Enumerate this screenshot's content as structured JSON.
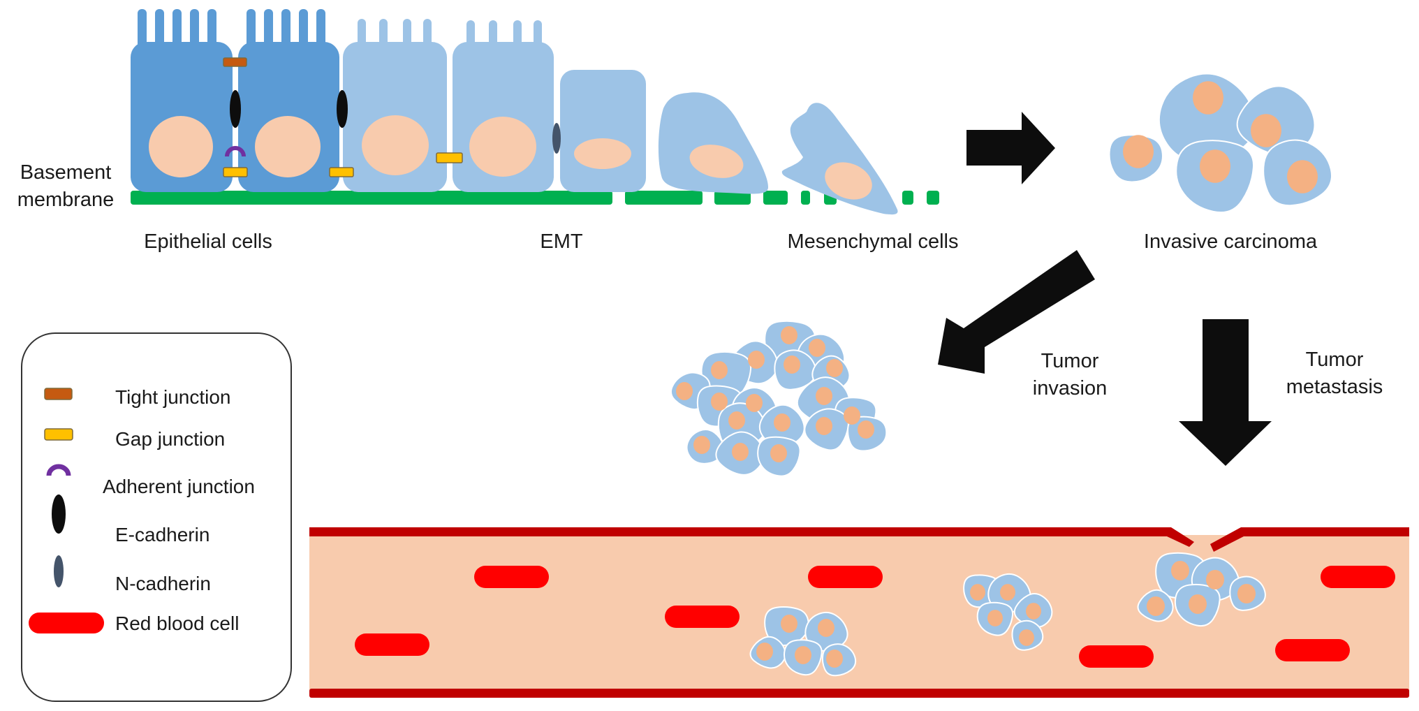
{
  "colors": {
    "epithelial_cell": "#5b9bd5",
    "transitional_cell": "#9dc3e6",
    "nucleus": "#f8cbad",
    "tumor_nucleus": "#f4b183",
    "basement_membrane": "#00b050",
    "tight_junction": "#c55a11",
    "gap_junction": "#ffc000",
    "adherent_junction": "#7030a0",
    "e_cadherin": "#0d0d0d",
    "n_cadherin": "#44546a",
    "red_blood_cell": "#ff0000",
    "vessel_wall": "#c00000",
    "vessel_lumen": "#f8cbad",
    "arrow": "#0d0d0d"
  },
  "labels": {
    "basement_membrane_line1": "Basement",
    "basement_membrane_line2": "membrane",
    "epithelial_cells": "Epithelial cells",
    "emt": "EMT",
    "mesenchymal_cells": "Mesenchymal cells",
    "invasive_carcinoma": "Invasive carcinoma",
    "tumor_invasion_line1": "Tumor",
    "tumor_invasion_line2": "invasion",
    "tumor_metastasis_line1": "Tumor",
    "tumor_metastasis_line2": "metastasis"
  },
  "legend": {
    "items": [
      {
        "label": "Tight junction",
        "icon": "tight-junction-icon"
      },
      {
        "label": "Gap junction",
        "icon": "gap-junction-icon"
      },
      {
        "label": "Adherent junction",
        "icon": "adherent-junction-icon"
      },
      {
        "label": "E-cadherin",
        "icon": "e-cadherin-icon"
      },
      {
        "label": "N-cadherin",
        "icon": "n-cadherin-icon"
      },
      {
        "label": "Red blood cell",
        "icon": "red-blood-cell-icon"
      }
    ]
  },
  "stages": [
    "Epithelial cells",
    "EMT",
    "Mesenchymal cells",
    "Invasive carcinoma",
    "Tumor invasion",
    "Tumor metastasis"
  ]
}
